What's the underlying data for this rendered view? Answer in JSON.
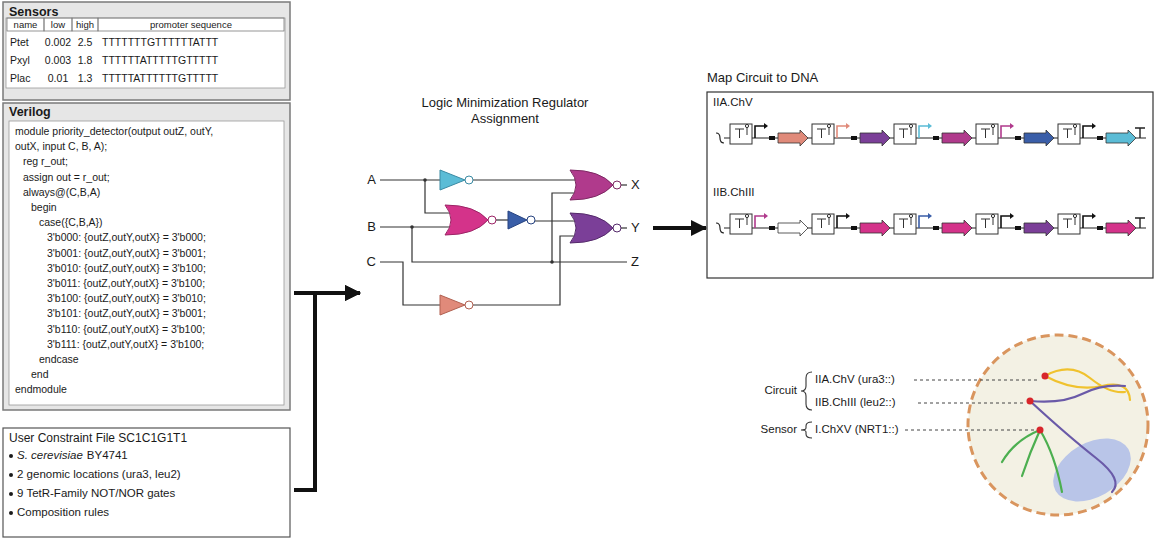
{
  "diagram": {
    "nodes": [
      {
        "text": [
          "Sensors"
        ]
      },
      {
        "text": [
          "Verilog"
        ]
      },
      {
        "text": [
          "User Constraint File SC1C1G1T1"
        ]
      },
      {
        "text": [
          "Logic Minimization Regulator Assignment"
        ]
      },
      {
        "text": [
          "Map Circuit to DNA"
        ]
      }
    ],
    "edges": [
      {
        "from": 1,
        "to": 3,
        "arrow": "to"
      },
      {
        "from": 2,
        "to": 3,
        "arrow": "to"
      },
      {
        "from": 3,
        "to": 4,
        "arrow": "to"
      }
    ],
    "labels": [
      "name",
      "low",
      "high",
      "promoter sequence",
      "Ptet",
      "0.002",
      "2.5",
      "TTTTTTTGTTTTTTATTT",
      "Pxyl",
      "0.003",
      "1.8",
      "TTTTTTATTTTTGTTTTT",
      "Plac",
      "0.01",
      "1.3",
      "TTTTTATTTTTTGTTTTT",
      "module priority_detector(output outZ, outY,",
      "outX, input C, B, A);",
      "reg r_out;",
      "assign out = r_out;",
      "always@(C,B,A)",
      "begin",
      "case({C,B,A})",
      "3'b000: {outZ,outY,outX} = 3'b000;",
      "3'b001: {outZ,outY,outX} = 3'b001;",
      "3'b010: {outZ,outY,outX} = 3'b100;",
      "3'b011: {outZ,outY,outX} = 3'b100;",
      "3'b100: {outZ,outY,outX} = 3'b010;",
      "3'b101: {outZ,outY,outX} = 3'b001;",
      "3'b110: {outZ,outY,outX} = 3'b100;",
      "3'b111: {outZ,outY,outX} = 3'b100;",
      "endcase",
      "end",
      "endmodule",
      "S. cerevisiae",
      "BY4741",
      "2 genomic locations (ura3, leu2)",
      "9 TetR-Family NOT/NOR gates",
      "Composition rules",
      "A",
      "B",
      "C",
      "X",
      "Y",
      "Z",
      "IIA.ChV",
      "IIB.ChIII",
      "Circuit",
      "IIA.ChV (ura3::)",
      "IIB.ChIII (leu2::)",
      "Sensor",
      "I.ChXV (NRT1::)"
    ]
  }
}
